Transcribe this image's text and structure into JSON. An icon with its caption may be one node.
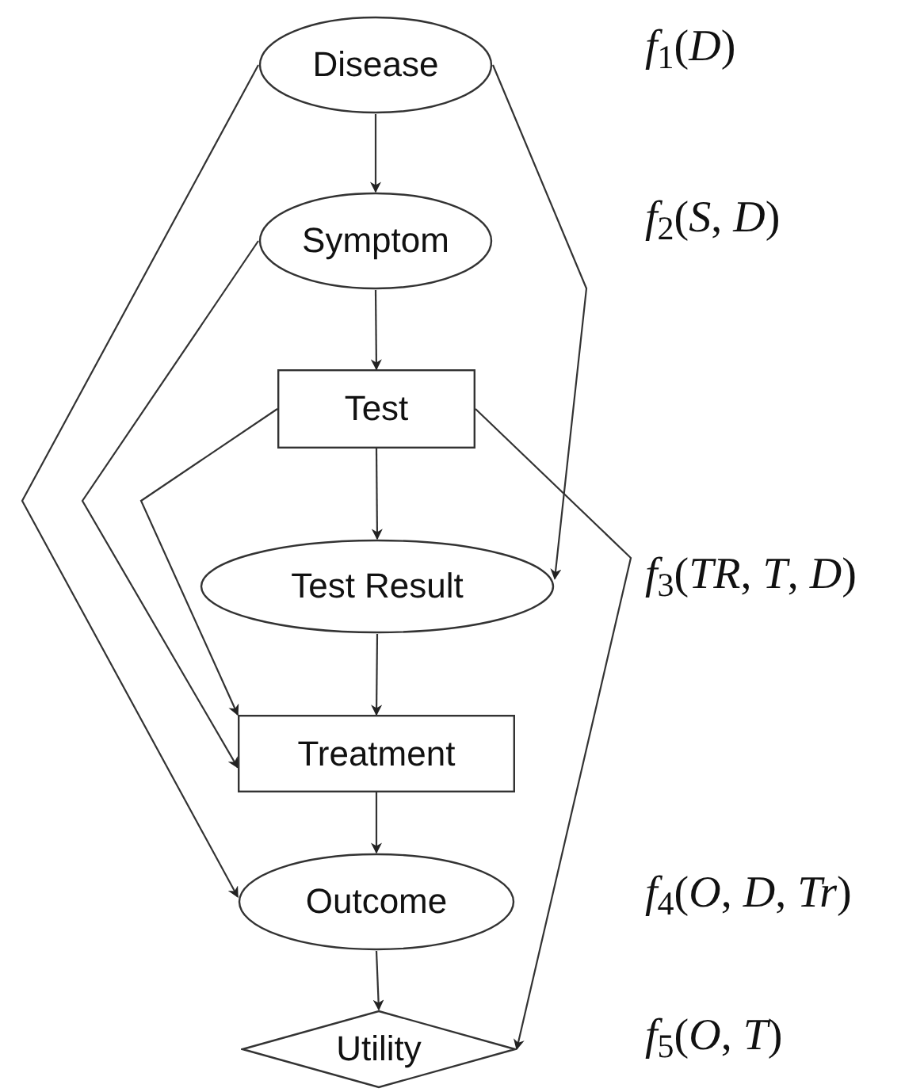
{
  "diagram": {
    "nodes": [
      {
        "text": [
          "Disease"
        ],
        "beside": [
          "*f*$_{1}$(*D*)"
        ]
      },
      {
        "text": [
          "Symptom"
        ],
        "beside": [
          "*f*$_{2}$(*S*, *D*)"
        ]
      },
      {
        "text": [
          "Test"
        ]
      },
      {
        "text": [
          "Test Result"
        ],
        "beside": [
          "*f*$_{3}$(*TR*, *T*, *D*)"
        ]
      },
      {
        "text": [
          "Treatment"
        ]
      },
      {
        "text": [
          "Outcome"
        ],
        "beside": [
          "*f*$_{4}$(*O*, *D*, *Tr*)"
        ]
      },
      {
        "text": [
          "Utility"
        ],
        "beside": [
          "*f*$_{5}$(*O*, *T*)"
        ]
      }
    ],
    "edges": [
      {
        "from": 0,
        "to": 1,
        "arrow": "to"
      },
      {
        "from": 1,
        "to": 2,
        "arrow": "to"
      },
      {
        "from": 2,
        "to": 3,
        "arrow": "to"
      },
      {
        "from": 3,
        "to": 4,
        "arrow": "to"
      },
      {
        "from": 4,
        "to": 5,
        "arrow": "to"
      },
      {
        "from": 5,
        "to": 6,
        "arrow": "to"
      },
      {
        "from": 0,
        "to": 3,
        "arrow": "to"
      },
      {
        "from": 0,
        "to": 5,
        "arrow": "to"
      },
      {
        "from": 1,
        "to": 4,
        "arrow": "to"
      },
      {
        "from": 2,
        "to": 4,
        "arrow": "to"
      },
      {
        "from": 2,
        "to": 6,
        "arrow": "to"
      }
    ]
  }
}
